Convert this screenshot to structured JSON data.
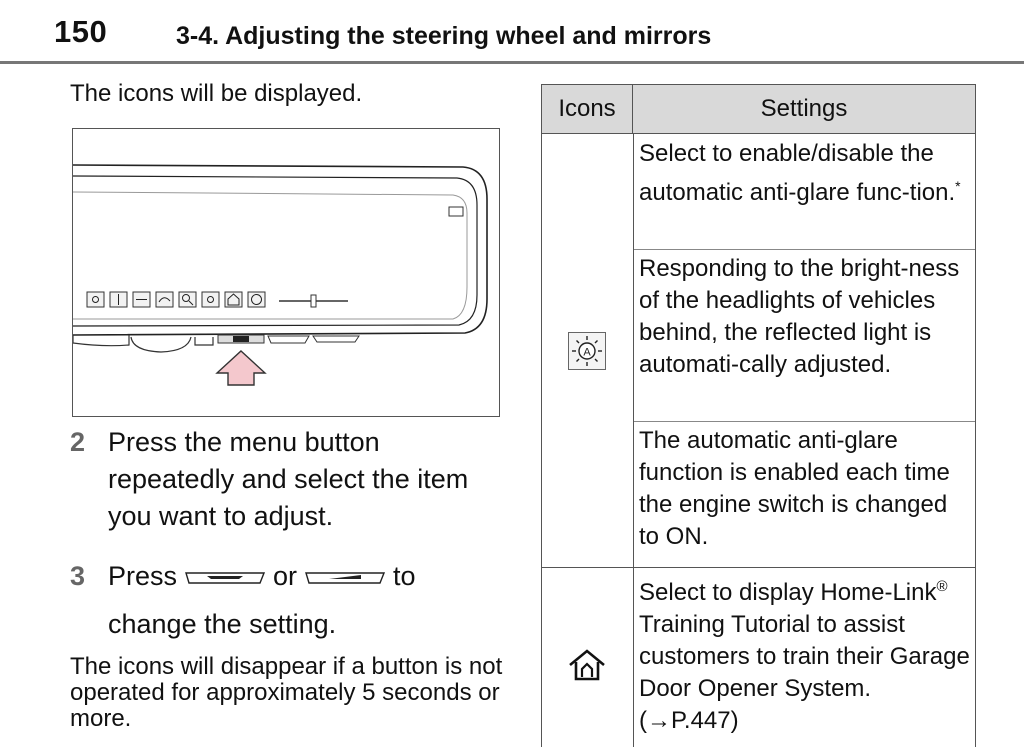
{
  "header": {
    "page_number": "150",
    "section_title": "3-4. Adjusting the steering wheel and mirrors"
  },
  "intro_text": "The icons will be displayed.",
  "steps": [
    {
      "number": "2",
      "text": "Press the menu button repeatedly and select the item you want to adjust."
    },
    {
      "number": "3",
      "text_before": "Press",
      "text_or": "or",
      "text_after": "to",
      "text_line2": "change the setting."
    }
  ],
  "note_text": "The icons will disappear if a button is not operated for approximately 5 seconds or more.",
  "table": {
    "header_icons": "Icons",
    "header_settings": "Settings",
    "rows": [
      {
        "icon": "auto-anti-glare-icon",
        "paragraphs": [
          {
            "text": "Select to enable/disable the automatic anti-glare func-tion.",
            "superscript": "*"
          },
          {
            "text": "Responding to the bright-ness of the headlights of vehicles behind, the reflected light is automati-cally adjusted."
          },
          {
            "text": "The automatic anti-glare function is enabled each time the engine switch is changed to ON."
          }
        ]
      },
      {
        "icon": "homelink-icon",
        "paragraphs": [
          {
            "text_before": "Select to display Home-Link",
            "superscript": "®",
            "text_after": " Training Tutorial to assist customers to train their Garage Door Opener System. (→P.447)"
          }
        ]
      }
    ]
  },
  "colors": {
    "arrow_fill": "#f4c8cd",
    "header_fill": "#d9d9d9",
    "rule": "#777777"
  }
}
